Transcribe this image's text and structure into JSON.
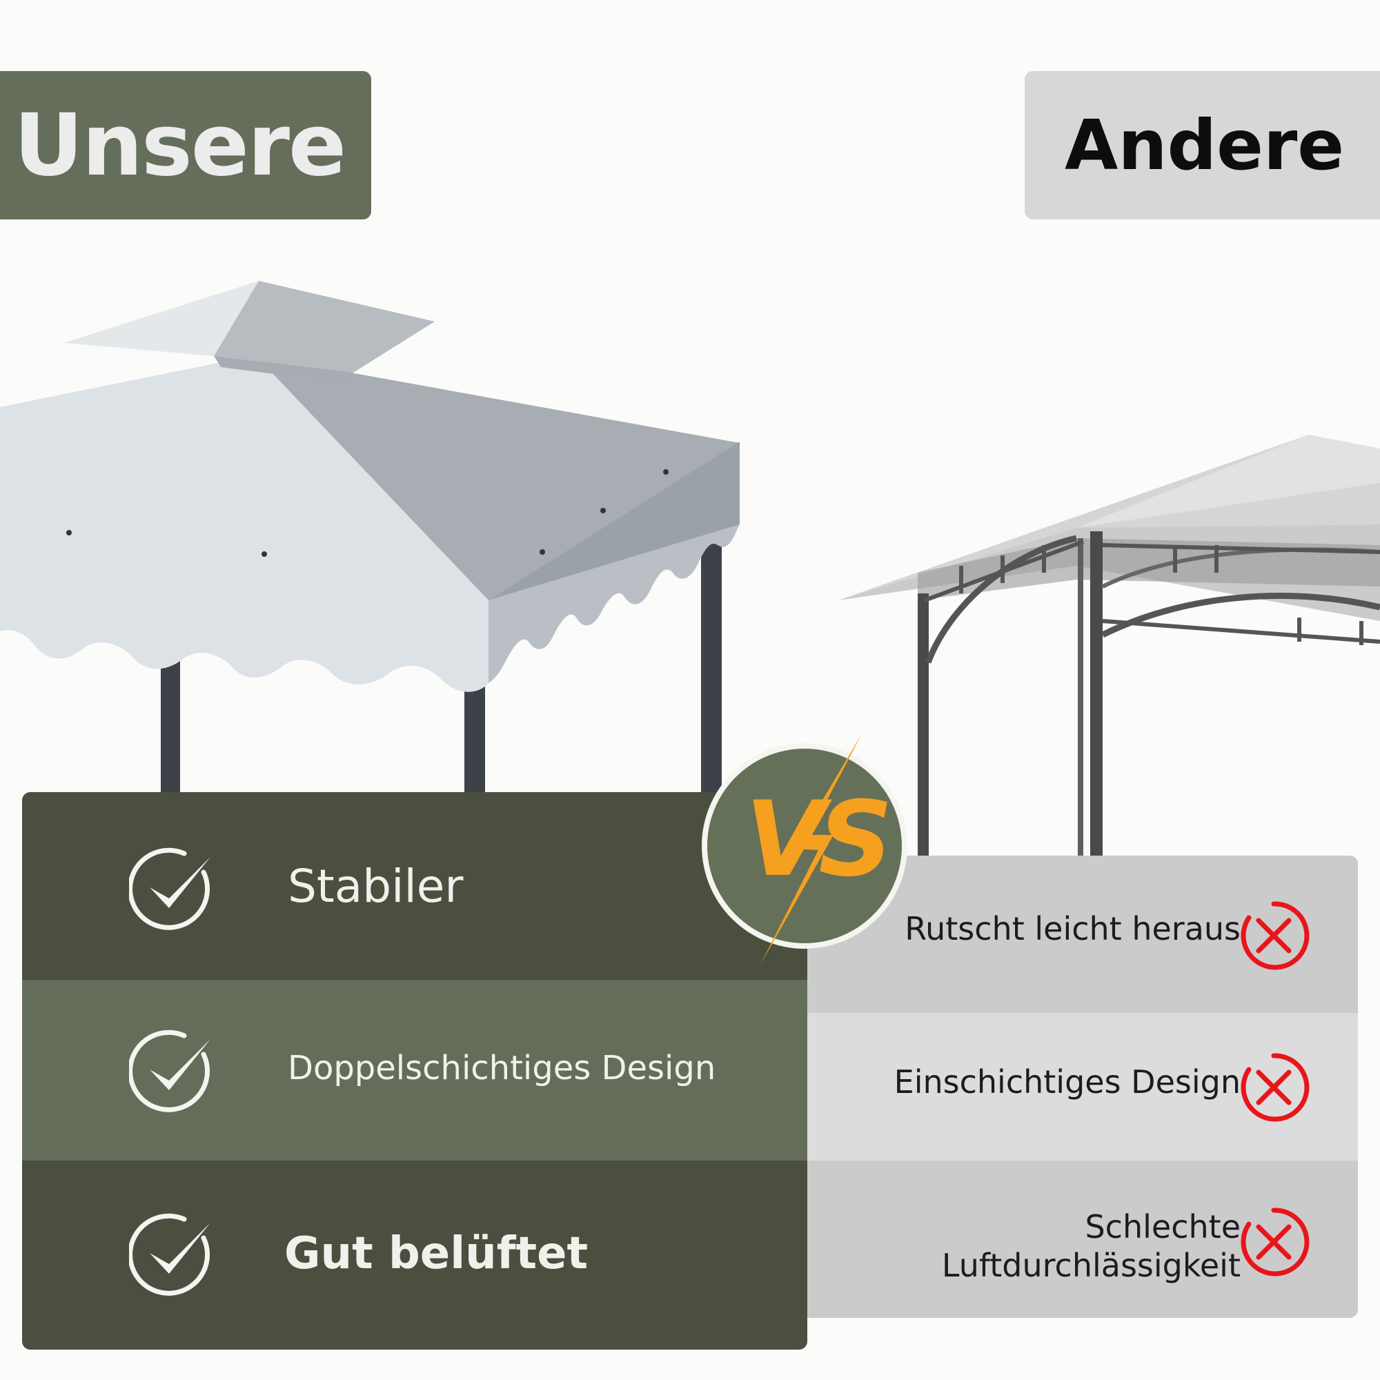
{
  "header": {
    "ours_label": "Unsere",
    "other_label": "Andere"
  },
  "ours_features": [
    {
      "icon": "check-circle-icon",
      "label": "Stabiler"
    },
    {
      "icon": "check-circle-icon",
      "label": "Doppelschichtiges Design"
    },
    {
      "icon": "check-circle-icon",
      "label": "Gut belüftet"
    }
  ],
  "other_features": [
    {
      "icon": "x-circle-icon",
      "label": "Rutscht leicht heraus"
    },
    {
      "icon": "x-circle-icon",
      "label": "Einschichtiges Design"
    },
    {
      "icon": "x-circle-icon",
      "label_line1": "Schlechte",
      "label_line2": "Luftdurchlässigkeit"
    }
  ],
  "badge": {
    "text": "VS"
  },
  "colors": {
    "ours_dark": "#4a4f3f",
    "ours_mid": "#646d59",
    "other_light": "#d7d7d7",
    "accent_orange": "#f5a01f",
    "cross_red": "#e8151b"
  }
}
